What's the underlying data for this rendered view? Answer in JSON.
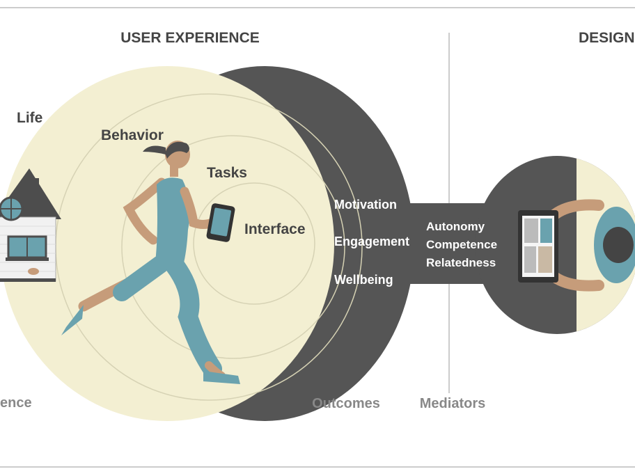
{
  "headings": {
    "user_experience": "USER EXPERIENCE",
    "design": "DESIGN"
  },
  "spheres": {
    "life": "Life",
    "behavior": "Behavior",
    "tasks": "Tasks",
    "interface": "Interface"
  },
  "outcomes": {
    "items": [
      "Motivation",
      "Engagement",
      "Wellbeing"
    ]
  },
  "mediators": {
    "items": [
      "Autonomy",
      "Competence",
      "Relatedness"
    ]
  },
  "bottom_labels": {
    "experience": "ence",
    "outcomes": "Outcomes",
    "mediators": "Mediators"
  },
  "colors": {
    "cream": "#f3efd2",
    "dark_gray": "#555555",
    "teal": "#6aa2ae",
    "skin": "#c69c7a",
    "label_text": "#444444",
    "white_text": "#ffffff",
    "muted_text": "#888888",
    "frame_line": "#cccccc",
    "house_roof": "#4d4d4d",
    "house_wall": "#f1f1f1"
  },
  "icons": {
    "house": "house-icon",
    "runner": "runner-figure-icon",
    "phone": "phone-icon",
    "tablet": "tablet-icon",
    "designer": "designer-topdown-icon"
  }
}
